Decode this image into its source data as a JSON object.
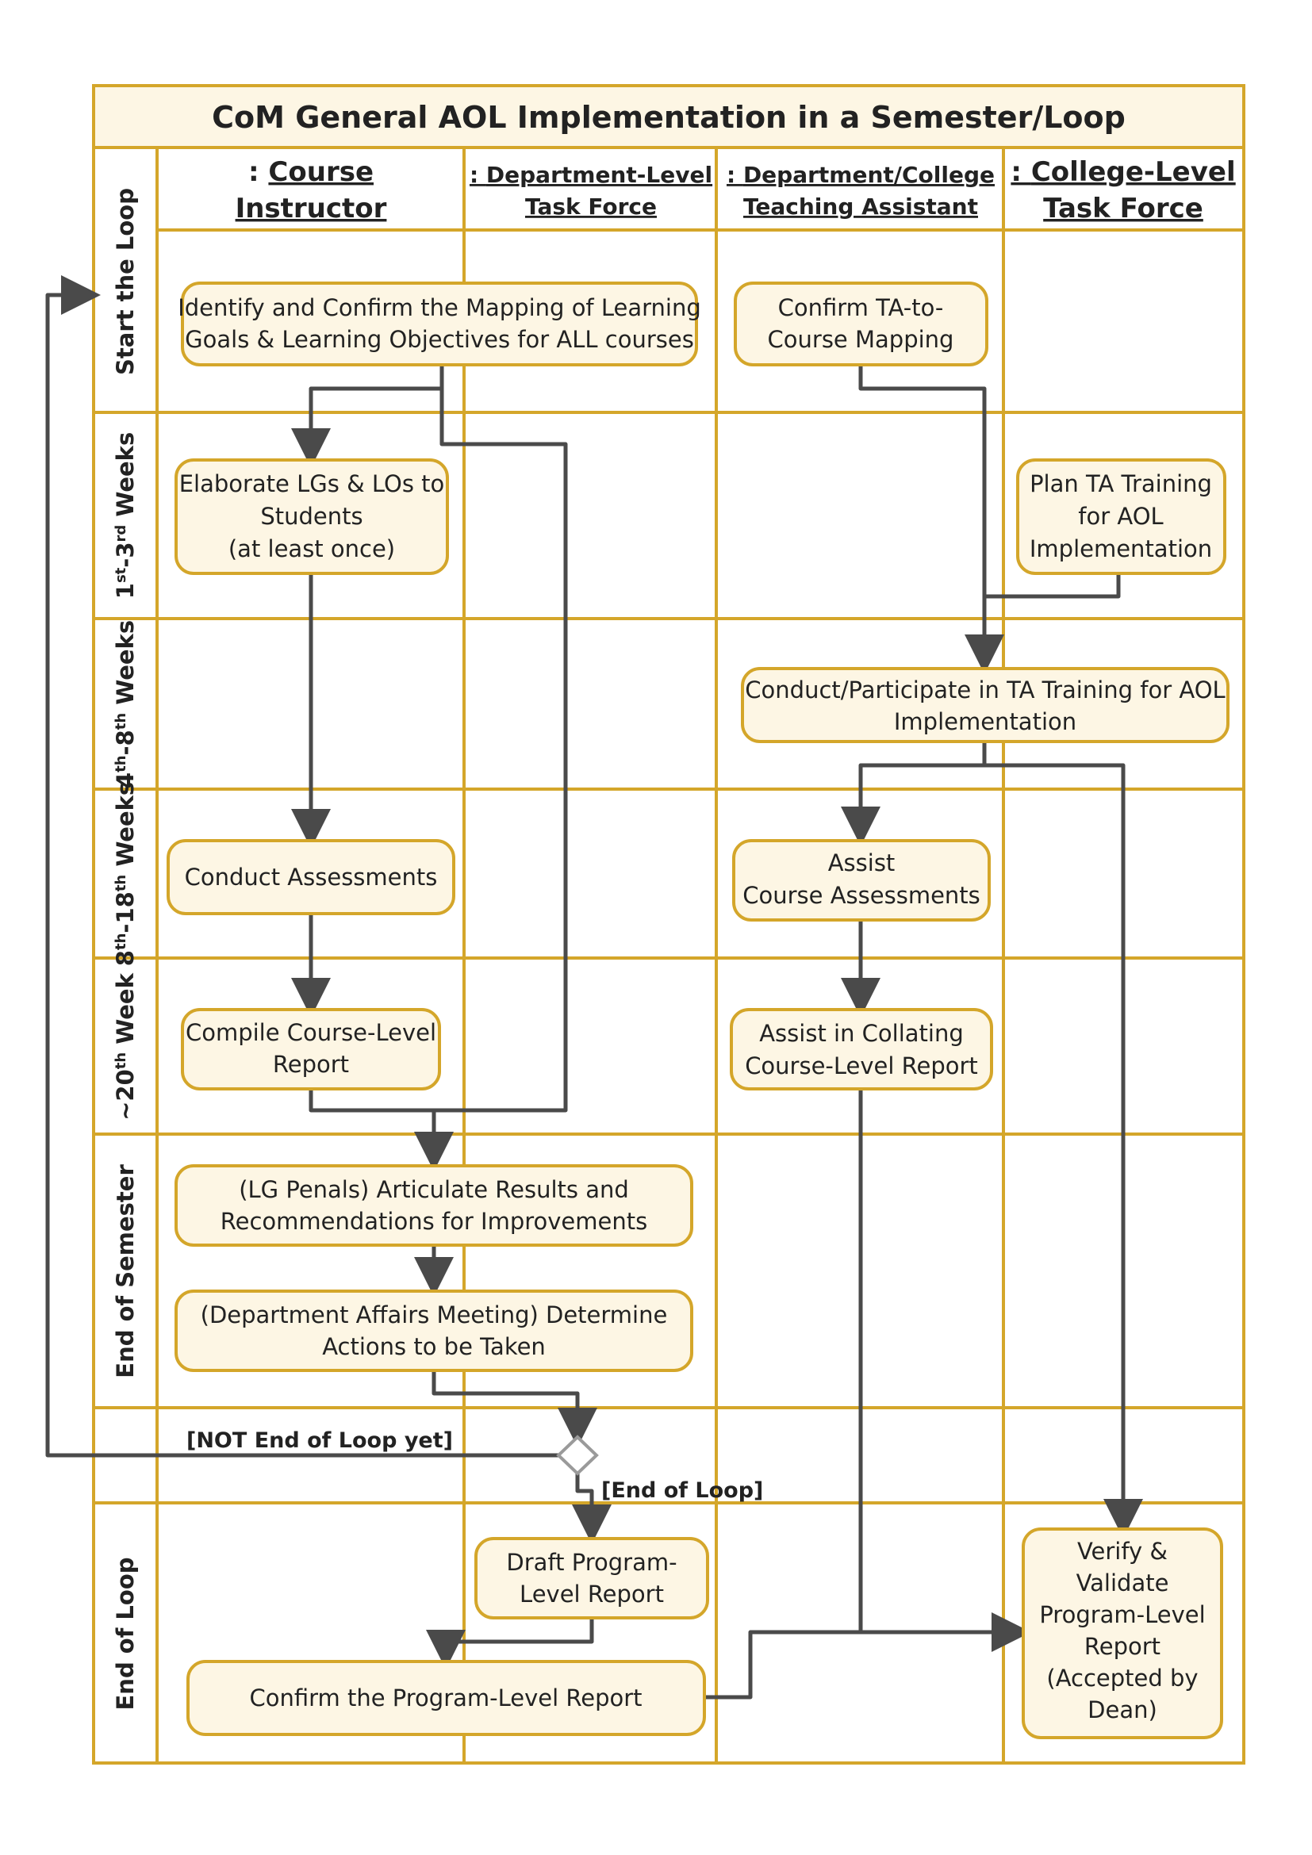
{
  "title": "CoM General AOL Implementation in a Semester/Loop",
  "lanes": [
    {
      "prefix": ": ",
      "line1": "Course",
      "line2": "Instructor"
    },
    {
      "prefix": ": ",
      "line1": "Department-Level",
      "line2": "Task Force"
    },
    {
      "prefix": ": ",
      "line1": "Department/College",
      "line2": "Teaching Assistant"
    },
    {
      "prefix": ": ",
      "line1": "College-Level",
      "line2": "Task Force"
    }
  ],
  "rows": [
    {
      "label": "Start the Loop"
    },
    {
      "label": "1st-3rd Weeks"
    },
    {
      "label": "4th-8th Weeks"
    },
    {
      "label": "8th-18th Weeks"
    },
    {
      "label": "~20th Week"
    },
    {
      "label": "End of Semester"
    },
    {
      "label": ""
    },
    {
      "label": "End of Loop"
    }
  ],
  "nodes": {
    "identify_mapping": [
      "Identify and Confirm the Mapping of Learning",
      "Goals & Learning Objectives for ALL courses"
    ],
    "confirm_ta_mapping": [
      "Confirm TA-to-",
      "Course Mapping"
    ],
    "elaborate_lgs": [
      "Elaborate LGs & LOs to",
      "Students",
      "(at least once)"
    ],
    "plan_ta_training": [
      "Plan TA Training",
      "for AOL",
      "Implementation"
    ],
    "conduct_ta_training": [
      "Conduct/Participate in TA Training for AOL",
      "Implementation"
    ],
    "conduct_assessments": [
      "Conduct Assessments"
    ],
    "assist_assessments": [
      "Assist",
      "Course Assessments"
    ],
    "compile_report": [
      "Compile Course-Level",
      "Report"
    ],
    "assist_collating": [
      "Assist in Collating",
      "Course-Level Report"
    ],
    "articulate_results": [
      "(LG Penals) Articulate Results and",
      "Recommendations for Improvements"
    ],
    "determine_actions": [
      "(Department Affairs Meeting) Determine",
      "Actions to be Taken"
    ],
    "draft_program_report": [
      "Draft Program-",
      "Level Report"
    ],
    "confirm_program_report": [
      "Confirm the Program-Level Report"
    ],
    "verify_validate": [
      "Verify &",
      "Validate",
      "Program-Level",
      "Report",
      "(Accepted by",
      "Dean)"
    ]
  },
  "guards": {
    "not_end": "[NOT End of Loop yet]",
    "end": "[End of Loop]"
  },
  "colors": {
    "border": "#d4a62a",
    "node_fill": "#fdf6e4",
    "arrow": "#4a4a4a",
    "title_fill": "#fdf6e4"
  }
}
